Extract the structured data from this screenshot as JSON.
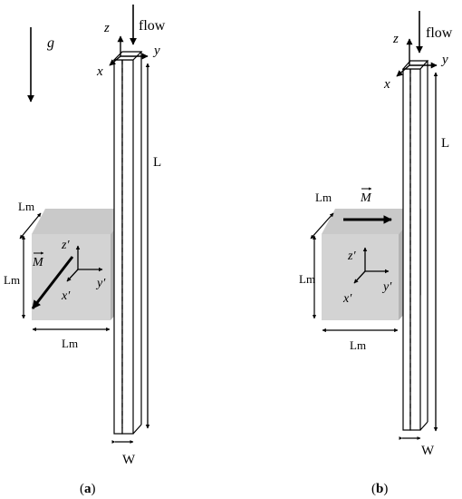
{
  "panel_a": {
    "caption_open": "(",
    "caption_letter": "a",
    "caption_close": ")",
    "gravity": "g",
    "flow": "flow",
    "axis_z": "z",
    "axis_x": "x",
    "axis_y": "y",
    "length": "L",
    "width": "W",
    "magnet_depth": "Lm",
    "magnet_height": "Lm",
    "magnet_width": "Lm",
    "moment": "M",
    "local_z": "z′",
    "local_x": "x′",
    "local_y": "y′"
  },
  "panel_b": {
    "caption_open": "(",
    "caption_letter": "b",
    "caption_close": ")",
    "flow": "flow",
    "axis_z": "z",
    "axis_x": "x",
    "axis_y": "y",
    "length": "L",
    "width": "W",
    "magnet_depth": "Lm",
    "magnet_height": "Lm",
    "magnet_width": "Lm",
    "moment": "M",
    "local_z": "z′",
    "local_x": "x′",
    "local_y": "y′"
  }
}
